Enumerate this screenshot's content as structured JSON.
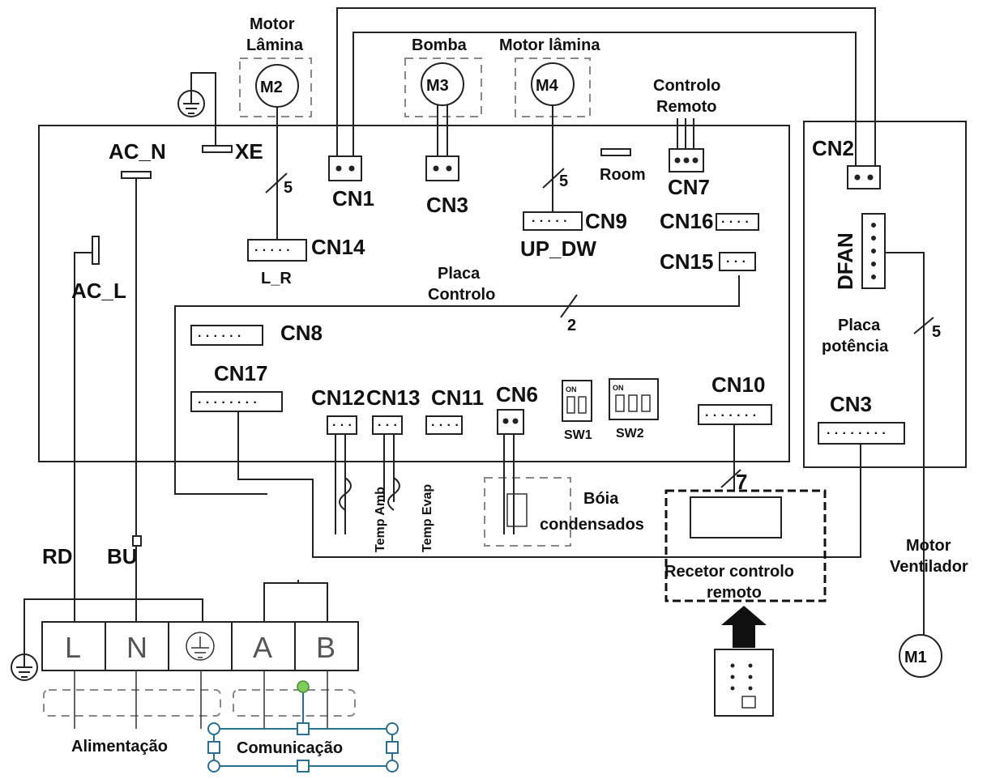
{
  "labels": {
    "motor_lamina_1": "Motor",
    "motor_lamina_2": "Lâmina",
    "m2": "M2",
    "bomba": "Bomba",
    "m3": "M3",
    "motor_lamina_b": "Motor lâmina",
    "m4": "M4",
    "controlo_remoto_1": "Controlo",
    "controlo_remoto_2": "Remoto",
    "ac_n": "AC_N",
    "xe": "XE",
    "cn1": "CN1",
    "cn3_top": "CN3",
    "five_a": "5",
    "five_b": "5",
    "five_c": "5",
    "room": "Room",
    "cn7": "CN7",
    "cn2": "CN2",
    "cn9": "CN9",
    "up_dw": "UP_DW",
    "cn16": "CN16",
    "cn15": "CN15",
    "cn14": "CN14",
    "l_r": "L_R",
    "ac_l": "AC_L",
    "placa_controlo_1": "Placa",
    "placa_controlo_2": "Controlo",
    "two": "2",
    "dfan": "DFAN",
    "placa_potencia_1": "Placa",
    "placa_potencia_2": "potência",
    "cn8": "CN8",
    "cn17": "CN17",
    "cn12": "CN12",
    "cn13": "CN13",
    "cn11": "CN11",
    "cn6": "CN6",
    "sw1": "SW1",
    "sw2": "SW2",
    "cn10": "CN10",
    "cn3_right": "CN3",
    "seven": "7",
    "temp_amb": "Temp Amb",
    "temp_evap": "Temp Evap",
    "boia_1": "Bóia",
    "boia_2": "condensados",
    "recetor_1": "Recetor controlo",
    "recetor_2": "remoto",
    "m1": "M1",
    "motor_vent_1": "Motor",
    "motor_vent_2": "Ventilador",
    "rd": "RD",
    "bu": "BU",
    "term_l": "L",
    "term_n": "N",
    "term_a": "A",
    "term_b": "B",
    "alimentacao": "Alimentação",
    "comunicacao": "Comunicação",
    "on1": "ON",
    "on2": "ON"
  }
}
